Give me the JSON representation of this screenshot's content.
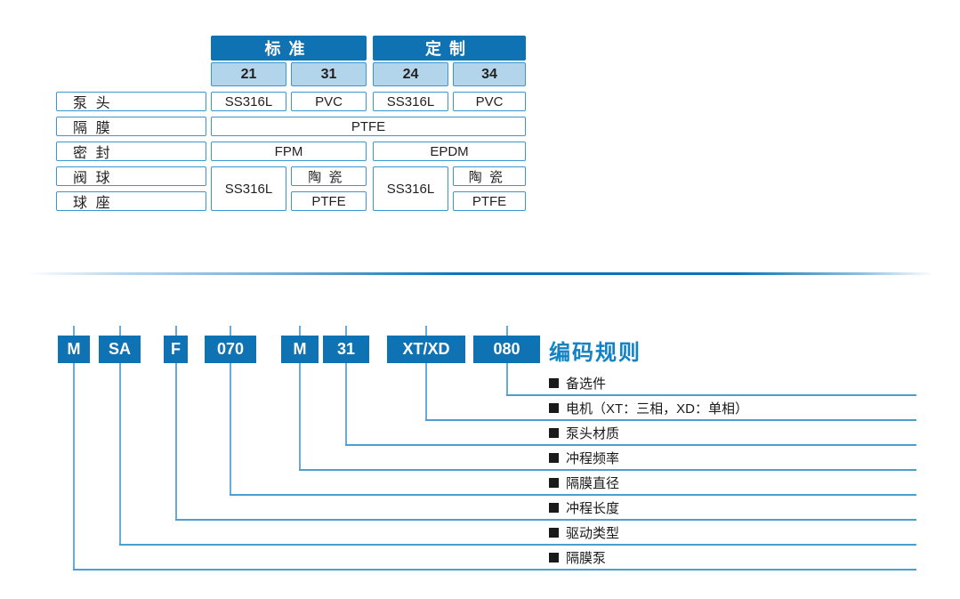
{
  "materials_table": {
    "groups": [
      {
        "label": "标准"
      },
      {
        "label": "定制"
      }
    ],
    "codes": [
      "21",
      "31",
      "24",
      "34"
    ],
    "row_labels": [
      "泵头",
      "隔膜",
      "密封",
      "阀球",
      "球座"
    ],
    "cells": {
      "pump_head": [
        "SS316L",
        "PVC",
        "SS316L",
        "PVC"
      ],
      "diaphragm": "PTFE",
      "seal": [
        "FPM",
        "EPDM"
      ],
      "valve_std_metal": "SS316L",
      "valve_std_ceramic": "陶瓷",
      "valve_std_ptfe": "PTFE",
      "valve_cus_metal": "SS316L",
      "valve_cus_ceramic": "陶瓷",
      "valve_cus_ptfe": "PTFE"
    }
  },
  "code_rule": {
    "title": "编码规则",
    "segments": [
      "M",
      "SA",
      "F",
      "070",
      "M",
      "31",
      "XT/XD",
      "080"
    ],
    "legend": [
      "备选件",
      "电机（XT：三相，XD：单相）",
      "泵头材质",
      "冲程频率",
      "隔膜直径",
      "冲程长度",
      "驱动类型",
      "隔膜泵"
    ]
  },
  "colors": {
    "header_blue": "#0f72b3",
    "light_blue_fill": "#b2d5ec",
    "cell_border_blue": "#3a96cf",
    "connector_blue": "#4c9dd0",
    "title_blue": "#1182c4",
    "text_dark": "#231f20"
  }
}
